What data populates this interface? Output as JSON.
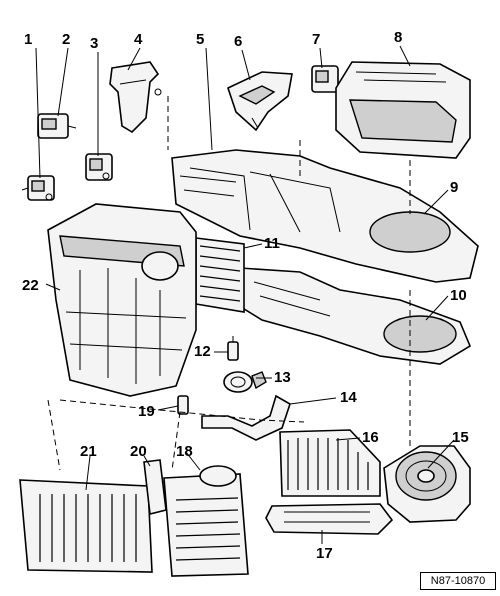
{
  "figure": {
    "reference_code": "N87-10870",
    "callouts": [
      {
        "id": "c1",
        "label": "1"
      },
      {
        "id": "c2",
        "label": "2"
      },
      {
        "id": "c3",
        "label": "3"
      },
      {
        "id": "c4",
        "label": "4"
      },
      {
        "id": "c5",
        "label": "5"
      },
      {
        "id": "c6",
        "label": "6"
      },
      {
        "id": "c7",
        "label": "7"
      },
      {
        "id": "c8",
        "label": "8"
      },
      {
        "id": "c9",
        "label": "9"
      },
      {
        "id": "c10",
        "label": "10"
      },
      {
        "id": "c11",
        "label": "11"
      },
      {
        "id": "c12",
        "label": "12"
      },
      {
        "id": "c13",
        "label": "13"
      },
      {
        "id": "c14",
        "label": "14"
      },
      {
        "id": "c15",
        "label": "15"
      },
      {
        "id": "c16",
        "label": "16"
      },
      {
        "id": "c17",
        "label": "17"
      },
      {
        "id": "c18",
        "label": "18"
      },
      {
        "id": "c19",
        "label": "19"
      },
      {
        "id": "c20",
        "label": "20"
      },
      {
        "id": "c21",
        "label": "21"
      },
      {
        "id": "c22",
        "label": "22"
      }
    ]
  }
}
